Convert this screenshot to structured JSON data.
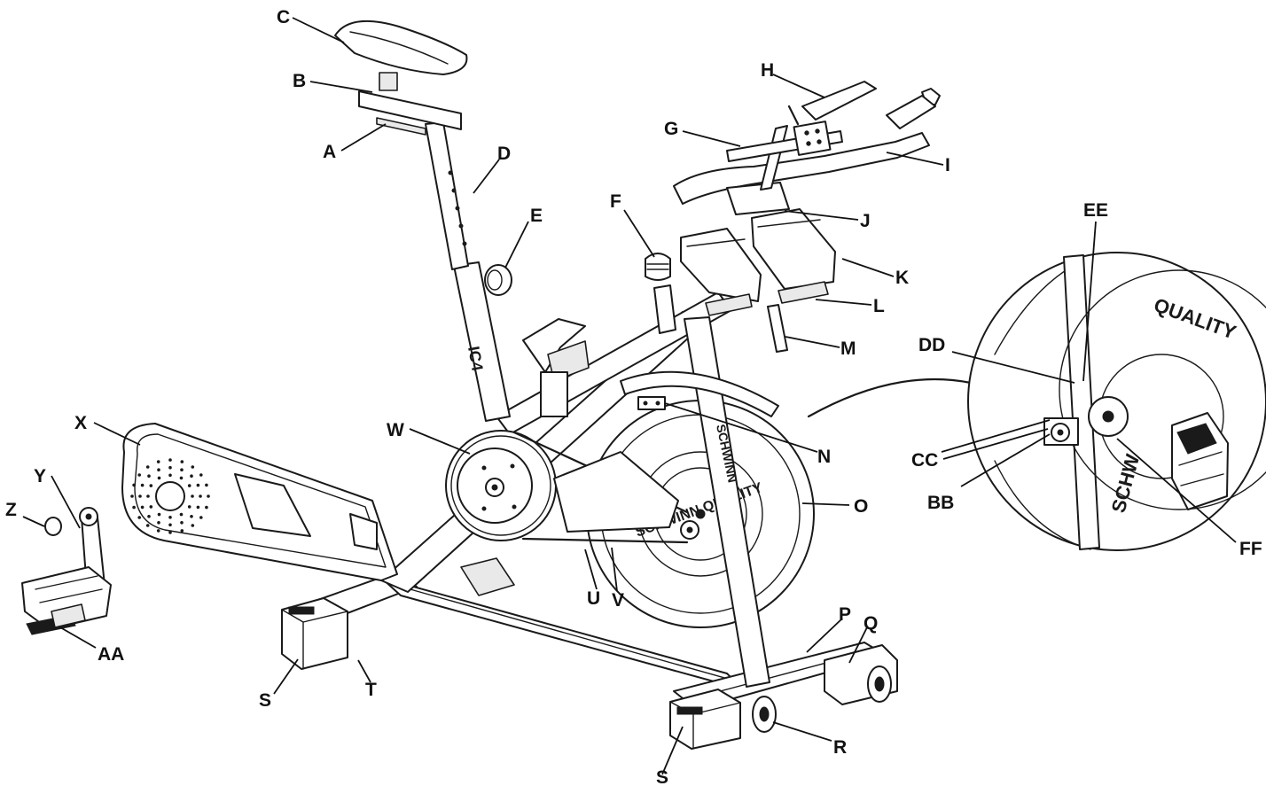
{
  "labels": {
    "A": "A",
    "B": "B",
    "C": "C",
    "D": "D",
    "E": "E",
    "F": "F",
    "G": "G",
    "H": "H",
    "I": "I",
    "J": "J",
    "K": "K",
    "L": "L",
    "M": "M",
    "N": "N",
    "O": "O",
    "P": "P",
    "Q": "Q",
    "R": "R",
    "S1": "S",
    "S2": "S",
    "T": "T",
    "U": "U",
    "V": "V",
    "W": "W",
    "X": "X",
    "Y": "Y",
    "Z": "Z",
    "AA": "AA",
    "BB": "BB",
    "CC": "CC",
    "DD": "DD",
    "EE": "EE",
    "FF": "FF"
  },
  "frame_marking": "IC4",
  "brand": {
    "frame_text": "SCHWINN",
    "flywheel_text": "SCHWINN QUALITY",
    "detail_text_1": "QUALITY",
    "detail_text_2": "SCHW"
  }
}
